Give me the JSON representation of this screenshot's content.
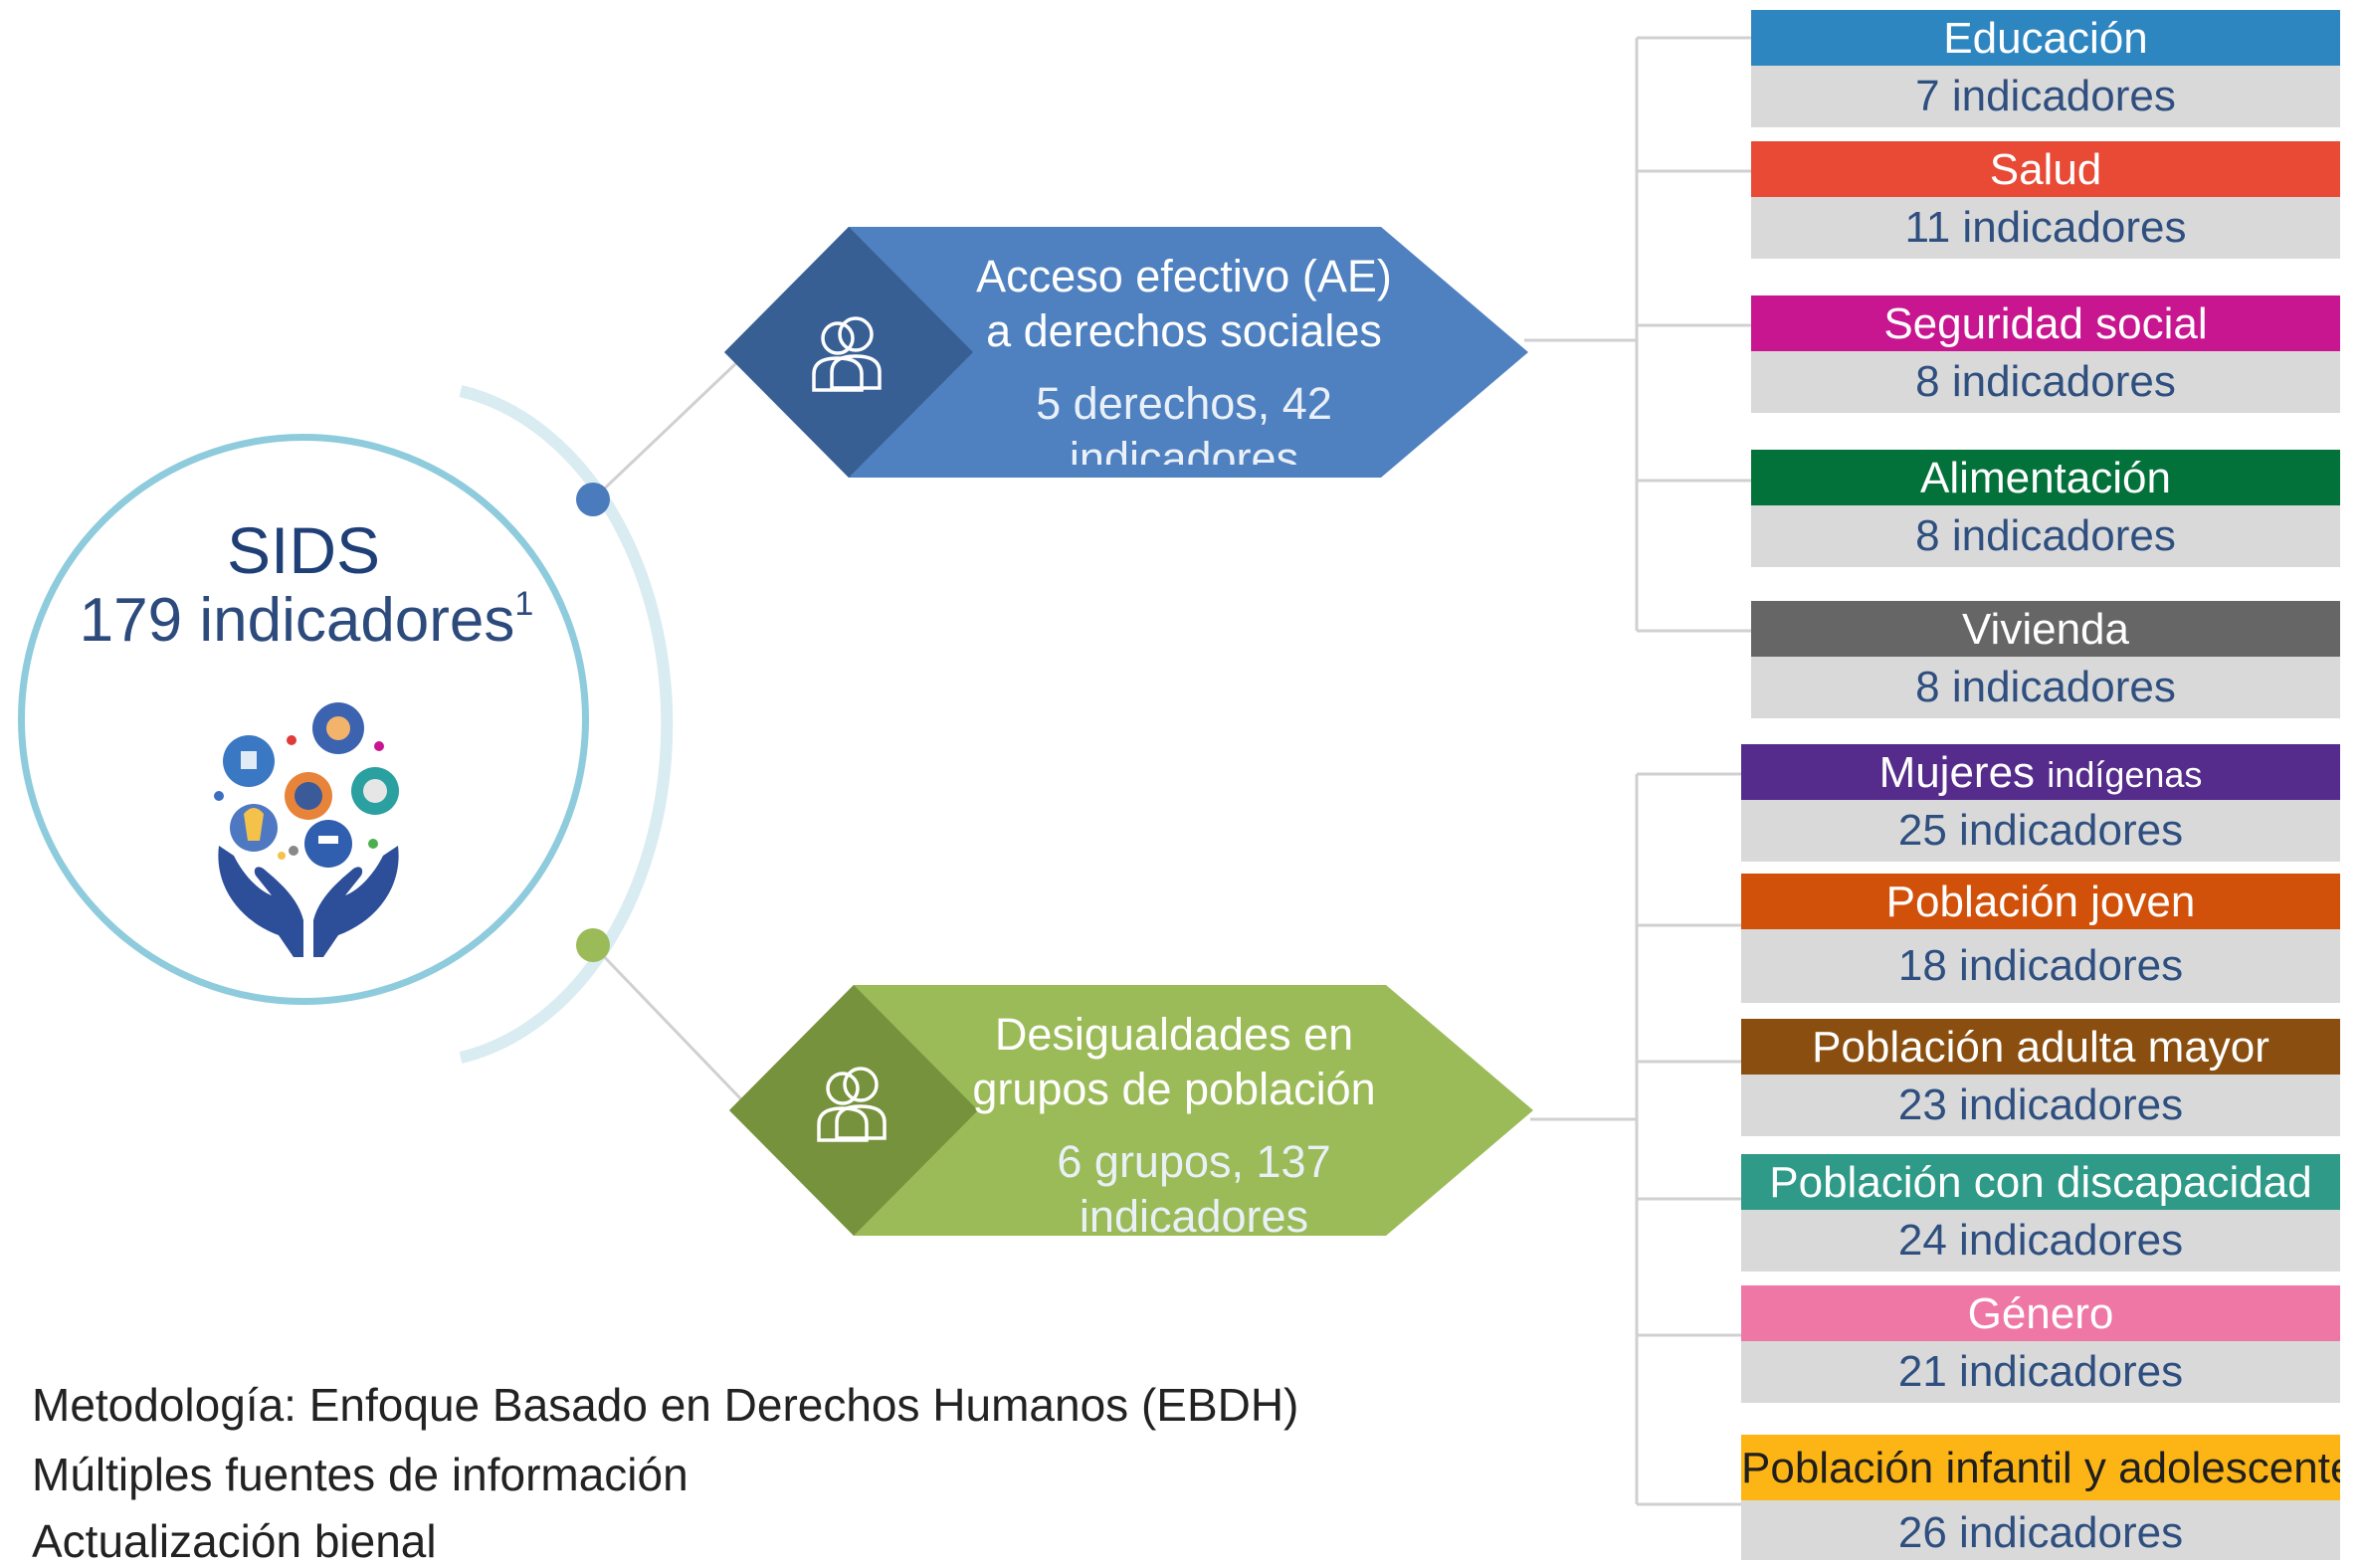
{
  "root": {
    "title": "SIDS",
    "count": "179 indicadores",
    "footnote_mark": "1"
  },
  "branches": [
    {
      "title_line1": "Acceso efectivo (AE)",
      "title_line2": "a derechos sociales",
      "sub_line1": "5 derechos,  42",
      "sub_line2": "indicadores",
      "color": "#4f81c0",
      "dark": "#385f93",
      "icon": "people-icon"
    },
    {
      "title_line1": "Desigualdades en",
      "title_line2": "grupos de población",
      "sub_line1": "6 grupos, 137",
      "sub_line2": "indicadores",
      "color": "#9bbb58",
      "dark": "#76923c",
      "icon": "people-icon"
    }
  ],
  "rights": [
    {
      "name": "Educación",
      "count": "7 indicadores",
      "color": "#2e86c1"
    },
    {
      "name": "Salud",
      "count": "11 indicadores",
      "color": "#e84a35"
    },
    {
      "name": "Seguridad social",
      "count": "8 indicadores",
      "color": "#c7168f"
    },
    {
      "name": "Alimentación",
      "count": "8 indicadores",
      "color": "#03723a"
    },
    {
      "name": "Vivienda",
      "count": "8 indicadores",
      "color": "#666666"
    }
  ],
  "groups": [
    {
      "name": "Mujeres",
      "name_small": "indígenas",
      "count": "25 indicadores",
      "color": "#552b8c"
    },
    {
      "name": "Población joven",
      "count": "18 indicadores",
      "color": "#d2510a"
    },
    {
      "name": "Población adulta mayor",
      "count": "23 indicadores",
      "color": "#8a4f10"
    },
    {
      "name": "Población con discapacidad",
      "count": "24 indicadores",
      "color": "#2f9a88"
    },
    {
      "name": "Género",
      "count": "21 indicadores",
      "color": "#ef77a5"
    },
    {
      "name": "Población infantil y adolescente",
      "count": "26 indicadores",
      "color": "#fdb515"
    }
  ],
  "footer": [
    "Metodología: Enfoque Basado en Derechos Humanos (EBDH)",
    "Múltiples fuentes de información",
    "Actualización bienal"
  ],
  "icons": [
    "people-icon",
    "hands-icon",
    "bulb-icon",
    "faucet-icon",
    "gear-icon",
    "hands-heart-icon",
    "person-icon"
  ]
}
